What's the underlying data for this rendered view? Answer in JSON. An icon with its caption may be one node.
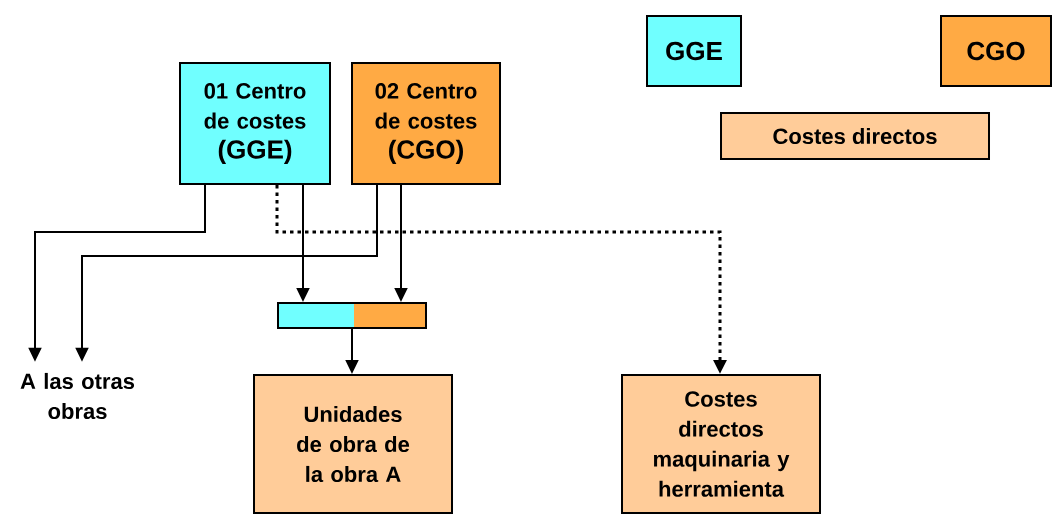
{
  "diagram": {
    "nodes": [
      {
        "text": [
          "01 Centro de costes",
          "(GGE)"
        ]
      },
      {
        "text": [
          "02 Centro de costes",
          "(CGO)"
        ]
      },
      {
        "text": [],
        "shape": "bar"
      },
      {
        "text": [
          "A las otras obras"
        ]
      },
      {
        "text": [
          "Unidades de obra de la obra A"
        ]
      },
      {
        "text": [
          "Costes directos maquinaria y herramienta"
        ]
      }
    ],
    "edges": [
      {
        "from": 0,
        "to": 3,
        "arrow": "to"
      },
      {
        "from": 1,
        "to": 3,
        "arrow": "to"
      },
      {
        "from": 0,
        "to": 2,
        "arrow": "to"
      },
      {
        "from": 1,
        "to": 2,
        "arrow": "to"
      },
      {
        "from": 2,
        "to": 4,
        "arrow": "to"
      },
      {
        "from": 0,
        "to": 5,
        "arrow": "to",
        "style": "dashed"
      }
    ],
    "legend": [
      {
        "text": "GGE",
        "color": "#70ffff"
      },
      {
        "text": "CGO",
        "color": "#ffaa44"
      },
      {
        "text": "Costes directos",
        "color": "#ffcc99"
      }
    ]
  }
}
